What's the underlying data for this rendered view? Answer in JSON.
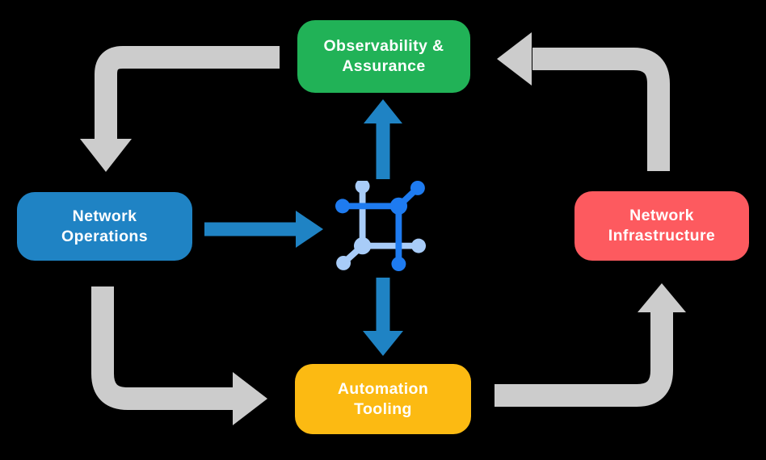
{
  "canvas": {
    "background": "#000000",
    "text_color": "#FFFFFF"
  },
  "nodes": {
    "observability": {
      "line1": "Observability &",
      "line2": "Assurance",
      "color": "#21B257"
    },
    "network_operations": {
      "line1": "Network",
      "line2": "Operations",
      "color": "#1F83C4"
    },
    "network_infrastructure": {
      "line1": "Network",
      "line2": "Infrastructure",
      "color": "#FD5A5F"
    },
    "automation_tooling": {
      "line1": "Automation",
      "line2": "Tooling",
      "color": "#FCBA12"
    }
  },
  "icons": {
    "center": {
      "name": "network-automation-icon",
      "dark_color": "#1E7BF0",
      "light_color": "#A8CCF8"
    }
  },
  "arrows": {
    "cycle_color": "#CCCCCC",
    "flow_color": "#1F83C4",
    "cycle": [
      "observability-to-network-operations",
      "network-operations-to-automation-tooling",
      "automation-tooling-to-network-infrastructure",
      "network-infrastructure-to-observability"
    ],
    "flows": [
      "network-operations-to-center",
      "center-to-observability",
      "center-to-automation-tooling"
    ]
  }
}
